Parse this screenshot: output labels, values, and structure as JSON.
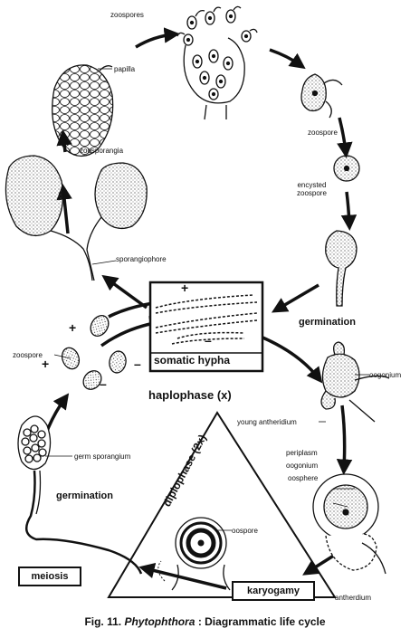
{
  "labels": {
    "zoospores": "zoospores",
    "papilla": "papilla",
    "zoosporangia": "zoosporangia",
    "sporangiophore": "sporangiophore",
    "zoospore_top": "zoospore",
    "encysted_zoospore": "encysted\nzoospore",
    "germination_right": "germination",
    "oogonium_top": "oogonium",
    "young_antheridium": "young antheridium",
    "periplasm": "periplasm",
    "oogonium_mid": "oogonium",
    "oosphere": "oosphere",
    "antherdium": "antherdium",
    "oospore": "oospore",
    "karyogamy": "karyogamy",
    "meiosis": "meiosis",
    "germination_left": "germination",
    "germ_sporangium": "germ sporangium",
    "zoospore_left": "zoospore",
    "somatic_hypha": "somatic hypha",
    "haplophase": "haplophase (x)",
    "diplophase": "diplophase (2x)",
    "plus_hypha": "+",
    "minus_hypha": "–",
    "plus_1": "+",
    "plus_2": "+",
    "minus_1": "–",
    "minus_2": "–"
  },
  "caption": {
    "prefix": "Fig. 11.",
    "genus": "Phytophthora",
    "suffix": ": Diagrammatic life cycle"
  }
}
